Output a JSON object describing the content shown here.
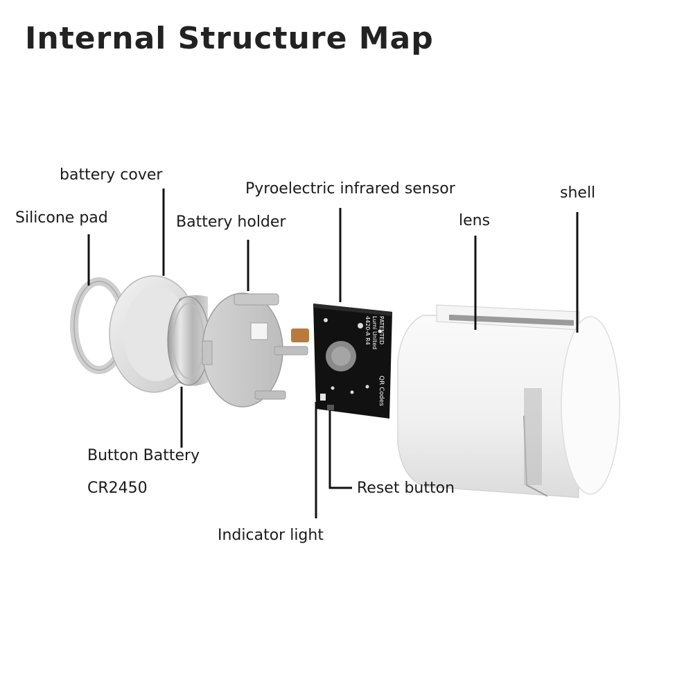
{
  "title": "Internal Structure Map",
  "labels": {
    "battery_cover": "battery cover",
    "silicone_pad": "Silicone pad",
    "battery_holder": "Battery holder",
    "pir_sensor": "Pyroelectric infrared sensor",
    "lens": "lens",
    "shell": "shell",
    "button_battery": "Button Battery",
    "battery_model": "CR2450",
    "reset_button": "Reset button",
    "indicator_light": "Indicator light"
  },
  "pcb_print": {
    "line1": "4420-A R4",
    "line2": "Lumi United",
    "line3": "PATENTED",
    "qr": "QR Codes"
  }
}
